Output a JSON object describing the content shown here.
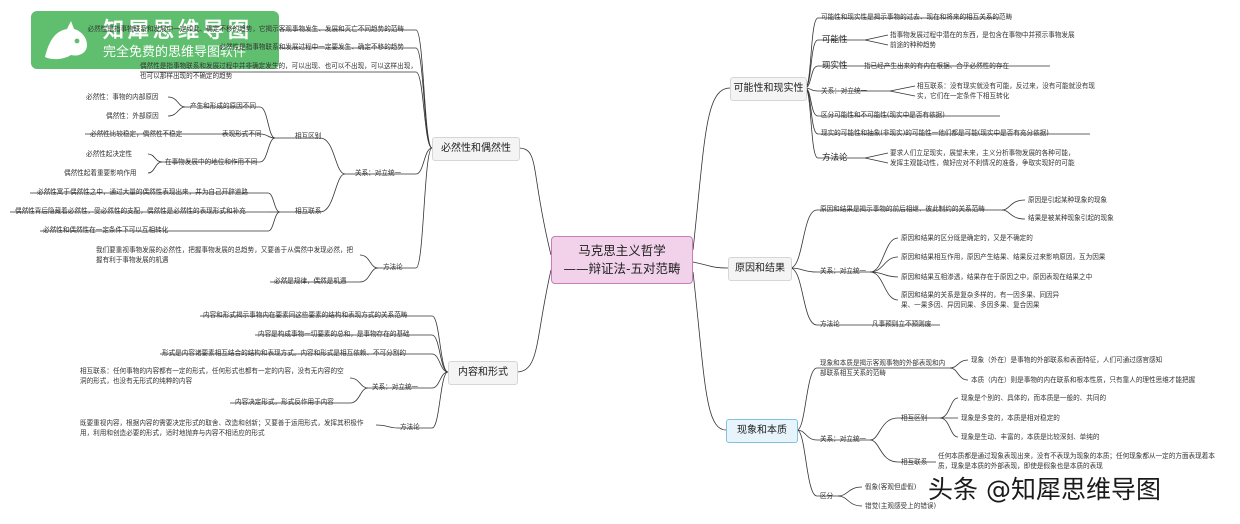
{
  "logo": {
    "title": "知犀思维导图",
    "subtitle": "完全免费的思维导图软件"
  },
  "center": {
    "line1": "马克思主义哲学",
    "line2": "——辩证法-五对范畴"
  },
  "branches": {
    "b1": "可能性和现实性",
    "b2": "原因和结果",
    "b3": "现象和本质",
    "b4": "必然性和偶然性",
    "b5": "内容和形式"
  },
  "possibility": {
    "n1": "可能性和现实性是揭示事物的过去、现在和将来的相互关系的范畴",
    "n2": "可能性",
    "n2a": "指事物发展过程中潜在的东西，是包含在事物中并预示事物发展前途的种种趋势",
    "n3": "现实性",
    "n3a": "指已经产生出来的有内在根据、合乎必然性的存在",
    "n4": "关系：对立统一",
    "n4a": "相互联系：没有现实就没有可能，反过来，没有可能就没有现实，它们在一定条件下相互转化",
    "n5": "区分可能性和不可能性(现实中是否有依据)",
    "n6": "现实的可能性和抽象(非现实)的可能性一他们都是可能(现实中是否有充分依据)",
    "n7": "方法论",
    "n7a": "要求人们立足现实，展望未来，主义分析事物发展的各种可能，发挥主观能动性，做好应对不利情况的准备，争取实现好的可能"
  },
  "cause": {
    "n1": "原因和结果是揭示事物的前后相继、彼此制约的关系范畴",
    "n1a": "原因是引起某种现象的现象",
    "n1b": "结果是被某种现象引起的现象",
    "n2": "关系：对立统一",
    "n2a": "原因和结果的区分既是确定的，又是不确定的",
    "n2b": "原因和结果相互作用，原因产生结果、结果反过来影响原因，互为因果",
    "n2c": "原因和结果互相渗透，结果存在于原因之中，原因表现在结果之中",
    "n2d": "原因和结果的关系是复杂多样的，有一因多果、同因异果、一果多因、异因同果、多因多果、复合因果",
    "n3": "方法论",
    "n3a": "凡事预则立不预则废"
  },
  "phen": {
    "n1": "现象和本质是揭示客观事物的外部表现和内部联系相互关系的范畴",
    "n1a": "现象（外在）是事物的外部联系和表面特征，人们可通过感官感知",
    "n1b": "本质（内在）则是事物的内在联系和根本性质，只有靠人的理性思维才能把握",
    "n2": "关系：对立统一",
    "n2a": "相互区别",
    "n2a1": "现象是个别的、具体的，而本质是一般的、共同的",
    "n2a2": "现象是多变的，本质是相对稳定的",
    "n2a3": "现象是生动、丰富的，本质是比较深刻、单纯的",
    "n2b": "相互联系",
    "n2b1": "任何本质都是通过现象表现出来，没有不表现为现象的本质；任何现象都从一定的方面表现着本质，现象是本质的外部表现，即使是假象也是本质的表现",
    "n3": "区分",
    "n3a": "假象(客观但虚假)",
    "n3b": "错觉(主观感受上的错误)"
  },
  "necess": {
    "n1": "必然性是指事物联系和发展中一定如此、确定不移的趋势，它揭示客观事物发生、发展和灭亡不同趋势的范畴",
    "n2": "必然性是指事物联系和发展过程中一定要发生、确定不移的趋势",
    "n3": "偶然性是指事物联系和发展过程中并非确定发生的，可以出现、也可以不出现，可以这样出现，也可以那样出现的不确定的趋势",
    "a": "产生和形成的原因不同",
    "a1": "必然性：事物的内部原因",
    "a2": "偶然性：外部原因",
    "b": "表现形式不同",
    "b1": "必然性比较稳定，偶然性不稳定",
    "c": "在事物发展中的地位和作用不同",
    "c1": "必然性起决定性",
    "c2": "偶然性起着重要影响作用",
    "diff": "相互区别",
    "rel": "关系：对立统一",
    "d1": "必然性寓于偶然性之中，通过大量的偶然性表现出来，并为自己开辟道路",
    "d2": "偶然性背后隐藏着必然性，受必然性的支配，偶然性是必然性的表现形式和补充",
    "d3": "必然性和偶然性在一定条件下可以互相转化",
    "link": "相互联系",
    "m1": "我们要重视事物发展的必然性，把握事物发展的总趋势，又要善于从偶然中发现必然，把握有利于事物发展的机遇",
    "m2": "必然是规律，偶然是机遇",
    "method": "方法论"
  },
  "content": {
    "n1": "内容和形式揭示事物内在要素同这些要素的结构和表现方式的关系范畴",
    "n2": "内容是构成事物一切要素的总和，是事物存在的基础",
    "n3": "形式是内容诸要素相互结合的结构和表现方式。内容和形式是相互依赖、不可分割的",
    "r1": "相互联系：任何事物的内容都有一定的形式，任何形式也都有一定的内容，没有无内容的空洞的形式，也没有无形式的纯粹的内容",
    "r2": "内容决定形式，形式反作用于内容",
    "rel": "关系：对立统一",
    "m1": "既要重视内容，根据内容的需要决定形式的取舍、改造和创新；又要善于运用形式，发挥其积极作用，利用和创造必要的形式，适时地抛弃与内容不相适应的形式",
    "method": "方法论"
  },
  "watermark": "头条 @知犀思维导图"
}
